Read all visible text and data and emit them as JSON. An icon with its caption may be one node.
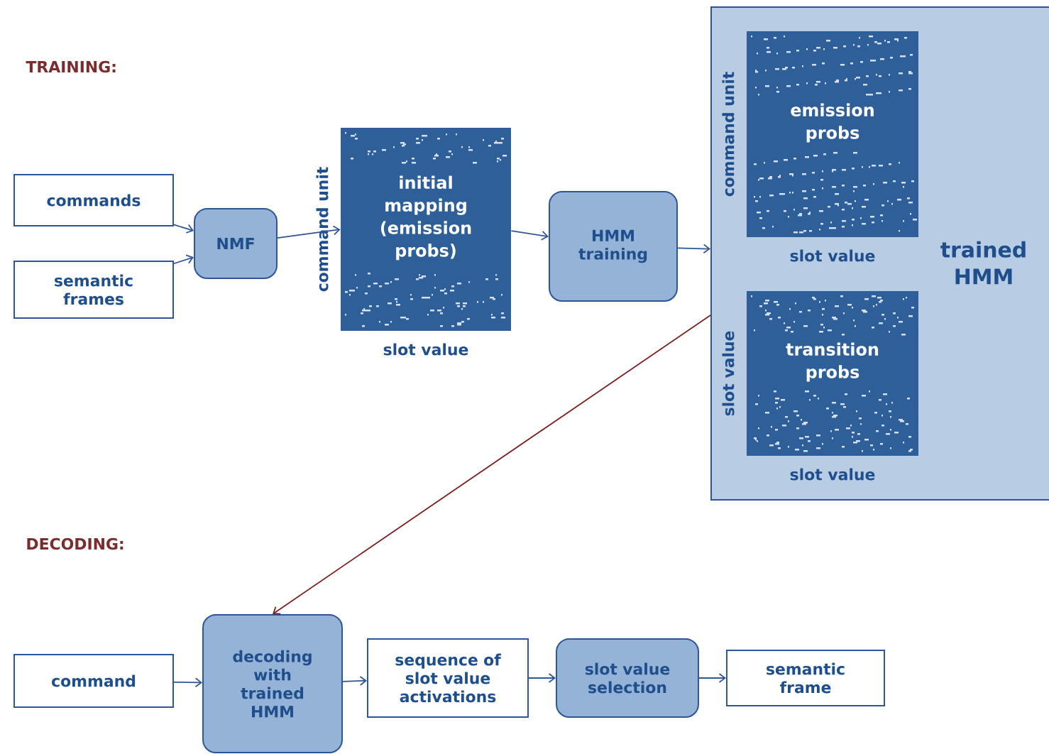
{
  "diagram": {
    "nodes": [
      {
        "text": [
          "commands"
        ]
      },
      {
        "text": [
          "semantic frames"
        ]
      },
      {
        "text": [
          "NMF"
        ]
      },
      {
        "text": [
          "initial mapping (emission probs)"
        ],
        "beside": [
          "command unit",
          "slot value"
        ]
      },
      {
        "text": [
          "HMM training"
        ]
      },
      {
        "text": [
          "trained HMM"
        ]
      },
      {
        "text": [
          "emission probs"
        ],
        "in": 5,
        "beside": [
          "command unit",
          "slot value"
        ]
      },
      {
        "text": [
          "transition probs"
        ],
        "in": 5,
        "beside": [
          "slot value",
          "slot value"
        ]
      },
      {
        "text": [
          "command"
        ]
      },
      {
        "text": [
          "decoding with trained HMM"
        ]
      },
      {
        "text": [
          "sequence of slot value activations"
        ]
      },
      {
        "text": [
          "slot value selection"
        ]
      },
      {
        "text": [
          "semantic frame"
        ]
      }
    ],
    "edges": [
      {
        "from": 0,
        "to": 2,
        "arrow": "to"
      },
      {
        "from": 1,
        "to": 2,
        "arrow": "to"
      },
      {
        "from": 2,
        "to": 3,
        "arrow": "to"
      },
      {
        "from": 3,
        "to": 4,
        "arrow": "to"
      },
      {
        "from": 4,
        "to": 5,
        "arrow": "to"
      },
      {
        "from": 5,
        "to": 9,
        "arrow": "to",
        "color": "#7b1f1f"
      },
      {
        "from": 8,
        "to": 9,
        "arrow": "to"
      },
      {
        "from": 9,
        "to": 10,
        "arrow": "to"
      },
      {
        "from": 10,
        "to": 11,
        "arrow": "to"
      },
      {
        "from": 11,
        "to": 12,
        "arrow": "to"
      }
    ],
    "labels": [
      "TRAINING:",
      "DECODING:"
    ]
  }
}
